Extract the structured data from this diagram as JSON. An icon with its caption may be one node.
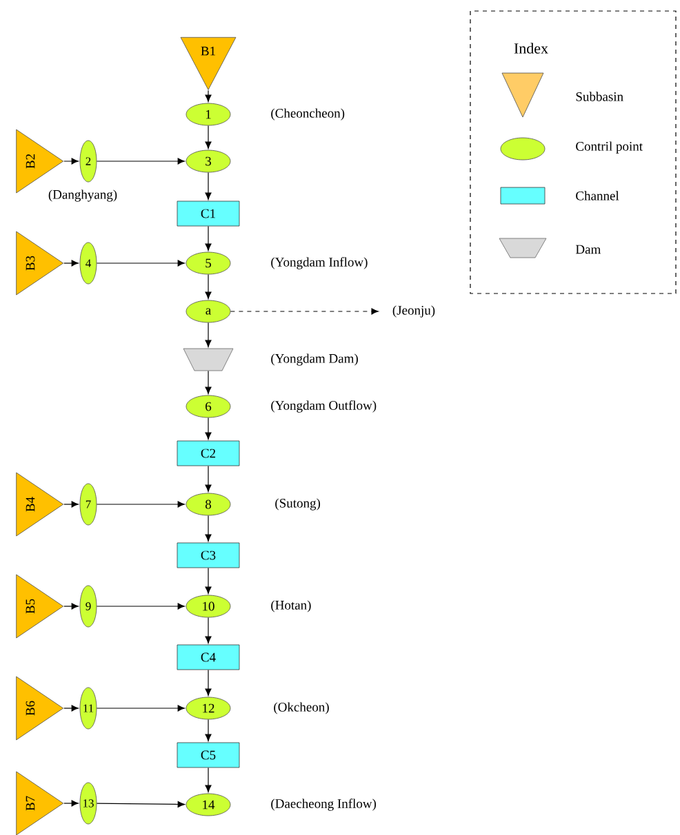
{
  "diagram": {
    "nodes": [
      {
        "text": [
          "B1"
        ]
      },
      {
        "text": [
          "1"
        ],
        "beside": [
          "(Cheoncheon)"
        ]
      },
      {
        "text": [
          "B2"
        ]
      },
      {
        "text": [
          "2"
        ],
        "beside": [
          "(Danghyang)"
        ]
      },
      {
        "text": [
          "3"
        ]
      },
      {
        "text": [
          "C1"
        ]
      },
      {
        "text": [
          "B3"
        ]
      },
      {
        "text": [
          "4"
        ]
      },
      {
        "text": [
          "5"
        ],
        "beside": [
          "(Yongdam Inflow)"
        ]
      },
      {
        "text": [
          "a"
        ]
      },
      {
        "text": [
          "(Jeonju)"
        ]
      },
      {
        "text": [],
        "shape": "trapezoid",
        "beside": [
          "(Yongdam Dam)"
        ]
      },
      {
        "text": [
          "6"
        ],
        "beside": [
          "(Yongdam Outflow)"
        ]
      },
      {
        "text": [
          "C2"
        ]
      },
      {
        "text": [
          "B4"
        ]
      },
      {
        "text": [
          "7"
        ]
      },
      {
        "text": [
          "8"
        ],
        "beside": [
          "(Sutong)"
        ]
      },
      {
        "text": [
          "C3"
        ]
      },
      {
        "text": [
          "B5"
        ]
      },
      {
        "text": [
          "9"
        ]
      },
      {
        "text": [
          "10"
        ],
        "beside": [
          "(Hotan)"
        ]
      },
      {
        "text": [
          "C4"
        ]
      },
      {
        "text": [
          "B6"
        ]
      },
      {
        "text": [
          "11"
        ]
      },
      {
        "text": [
          "12"
        ],
        "beside": [
          "(Okcheon)"
        ]
      },
      {
        "text": [
          "C5"
        ]
      },
      {
        "text": [
          "B7"
        ]
      },
      {
        "text": [
          "13"
        ]
      },
      {
        "text": [
          "14"
        ],
        "beside": [
          "(Daecheong Inflow)"
        ]
      }
    ],
    "edges": [
      {
        "from": 0,
        "to": 1,
        "arrow": "to"
      },
      {
        "from": 1,
        "to": 4,
        "arrow": "to"
      },
      {
        "from": 2,
        "to": 3,
        "arrow": "to"
      },
      {
        "from": 3,
        "to": 4,
        "arrow": "to"
      },
      {
        "from": 4,
        "to": 5,
        "arrow": "to"
      },
      {
        "from": 5,
        "to": 8,
        "arrow": "to"
      },
      {
        "from": 6,
        "to": 7,
        "arrow": "to"
      },
      {
        "from": 7,
        "to": 8,
        "arrow": "to"
      },
      {
        "from": 8,
        "to": 9,
        "arrow": "to"
      },
      {
        "from": 9,
        "to": 10,
        "arrow": "to",
        "style": "dashed"
      },
      {
        "from": 9,
        "to": 11,
        "arrow": "to"
      },
      {
        "from": 11,
        "to": 12,
        "arrow": "to"
      },
      {
        "from": 12,
        "to": 13,
        "arrow": "to"
      },
      {
        "from": 13,
        "to": 16,
        "arrow": "to"
      },
      {
        "from": 14,
        "to": 15,
        "arrow": "to"
      },
      {
        "from": 15,
        "to": 16,
        "arrow": "to"
      },
      {
        "from": 16,
        "to": 17,
        "arrow": "to"
      },
      {
        "from": 17,
        "to": 20,
        "arrow": "to"
      },
      {
        "from": 18,
        "to": 19,
        "arrow": "to"
      },
      {
        "from": 19,
        "to": 20,
        "arrow": "to"
      },
      {
        "from": 20,
        "to": 21,
        "arrow": "to"
      },
      {
        "from": 21,
        "to": 24,
        "arrow": "to"
      },
      {
        "from": 22,
        "to": 23,
        "arrow": "to"
      },
      {
        "from": 23,
        "to": 24,
        "arrow": "to"
      },
      {
        "from": 24,
        "to": 25,
        "arrow": "to"
      },
      {
        "from": 25,
        "to": 28,
        "arrow": "to"
      },
      {
        "from": 26,
        "to": 27,
        "arrow": "to"
      },
      {
        "from": 27,
        "to": 28,
        "arrow": "to"
      }
    ],
    "labels": [
      "Index"
    ],
    "legend": [
      {
        "text": "Subbasin"
      },
      {
        "text": "Contril point"
      },
      {
        "text": "Channel"
      },
      {
        "text": "Dam"
      }
    ]
  }
}
